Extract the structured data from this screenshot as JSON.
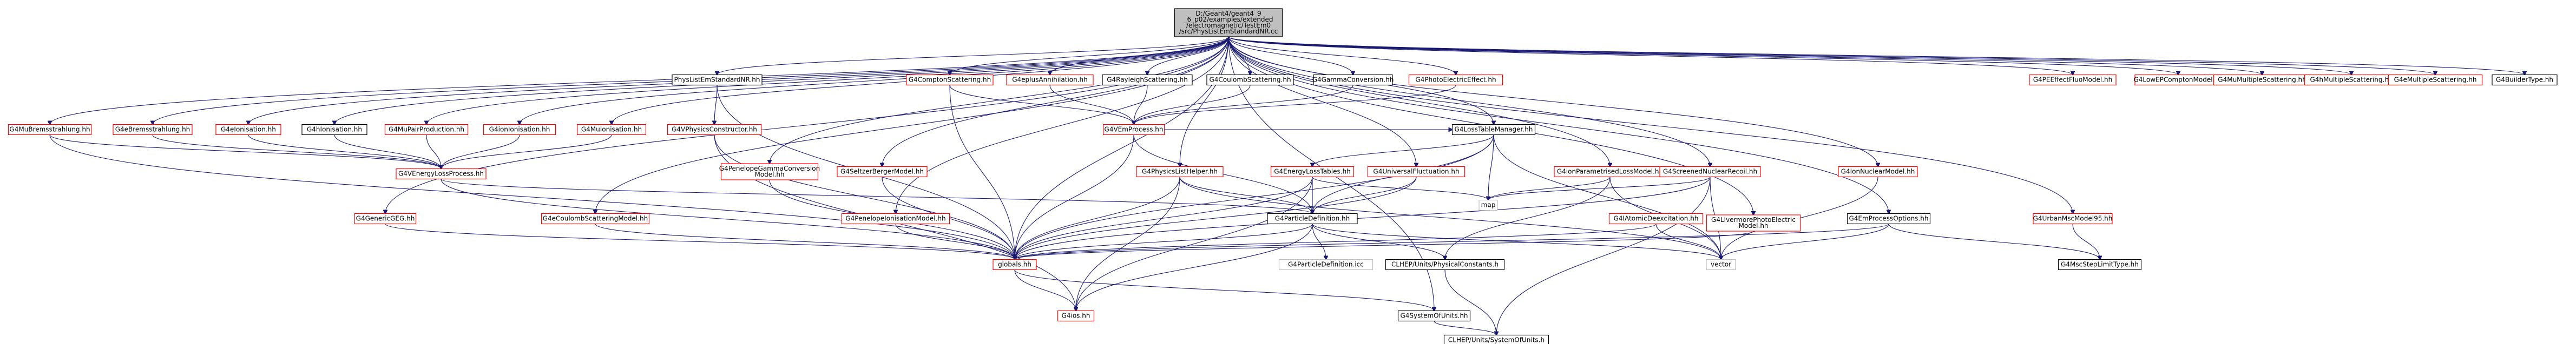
{
  "diagram": {
    "colors": {
      "edge": "#191970",
      "root_fill": "#bfbfbf",
      "normal_border": "#000000",
      "unlinked_border": "#ff0000",
      "external_border": "#bfbfbf",
      "text": "#000000"
    },
    "nodes": [
      {
        "id": "root",
        "lines": [
          "D:/Geant4/geant4_9",
          "_6_p02/examples/extended",
          "/electromagnetic/TestEm0",
          "/src/PhysListEmStandardNR.cc"
        ],
        "style": "root"
      },
      {
        "id": "PhysListEmStandardNR",
        "lines": [
          "PhysListEmStandardNR.hh"
        ],
        "style": "normal"
      },
      {
        "id": "G4ComptonScattering",
        "lines": [
          "G4ComptonScattering.hh"
        ],
        "style": "unlinked"
      },
      {
        "id": "G4eplusAnnihilation",
        "lines": [
          "G4eplusAnnihilation.hh"
        ],
        "style": "unlinked"
      },
      {
        "id": "G4RayleighScattering",
        "lines": [
          "G4RayleighScattering.hh"
        ],
        "style": "normal"
      },
      {
        "id": "G4CoulombScattering",
        "lines": [
          "G4CoulombScattering.hh"
        ],
        "style": "normal"
      },
      {
        "id": "G4GammaConversion",
        "lines": [
          "G4GammaConversion.hh"
        ],
        "style": "normal"
      },
      {
        "id": "G4PhotoElectricEffect",
        "lines": [
          "G4PhotoElectricEffect.hh"
        ],
        "style": "unlinked"
      },
      {
        "id": "G4PEEffectFluoModel",
        "lines": [
          "G4PEEffectFluoModel.hh"
        ],
        "style": "unlinked"
      },
      {
        "id": "G4LowEPComptonModel",
        "lines": [
          "G4LowEPComptonModel.hh"
        ],
        "style": "unlinked"
      },
      {
        "id": "G4MuMultipleScattering",
        "lines": [
          "G4MuMultipleScattering.hh"
        ],
        "style": "unlinked"
      },
      {
        "id": "G4hMultipleScattering",
        "lines": [
          "G4hMultipleScattering.hh"
        ],
        "style": "unlinked"
      },
      {
        "id": "G4eMultipleScattering",
        "lines": [
          "G4eMultipleScattering.hh"
        ],
        "style": "unlinked"
      },
      {
        "id": "G4BuilderType",
        "lines": [
          "G4BuilderType.hh"
        ],
        "style": "normal"
      },
      {
        "id": "G4MuBremsstrahlung",
        "lines": [
          "G4MuBremsstrahlung.hh"
        ],
        "style": "unlinked"
      },
      {
        "id": "G4eBremsstrahlung",
        "lines": [
          "G4eBremsstrahlung.hh"
        ],
        "style": "unlinked"
      },
      {
        "id": "G4eIonisation",
        "lines": [
          "G4eIonisation.hh"
        ],
        "style": "unlinked"
      },
      {
        "id": "G4hIonisation",
        "lines": [
          "G4hIonisation.hh"
        ],
        "style": "normal"
      },
      {
        "id": "G4MuPairProduction",
        "lines": [
          "G4MuPairProduction.hh"
        ],
        "style": "unlinked"
      },
      {
        "id": "G4ionIonisation",
        "lines": [
          "G4ionIonisation.hh"
        ],
        "style": "unlinked"
      },
      {
        "id": "G4VPhysicsConstructor",
        "lines": [
          "G4VPhysicsConstructor.hh"
        ],
        "style": "unlinked"
      },
      {
        "id": "G4MuIonisation",
        "lines": [
          "G4MuIonisation.hh"
        ],
        "style": "unlinked"
      },
      {
        "id": "G4VEmProcess",
        "lines": [
          "G4VEmProcess.hh"
        ],
        "style": "unlinked"
      },
      {
        "id": "G4LossTableManager",
        "lines": [
          "G4LossTableManager.hh"
        ],
        "style": "normal"
      },
      {
        "id": "G4VEnergyLossProcess",
        "lines": [
          "G4VEnergyLossProcess.hh"
        ],
        "style": "unlinked"
      },
      {
        "id": "G4PenelopeGammaConversionModel",
        "lines": [
          "G4PenelopeGammaConversion",
          "Model.hh"
        ],
        "style": "unlinked"
      },
      {
        "id": "G4SeltzerBergerModel",
        "lines": [
          "G4SeltzerBergerModel.hh"
        ],
        "style": "unlinked"
      },
      {
        "id": "G4PhysicsListHelper",
        "lines": [
          "G4PhysicsListHelper.hh"
        ],
        "style": "unlinked"
      },
      {
        "id": "G4EnergyLossTables",
        "lines": [
          "G4EnergyLossTables.hh"
        ],
        "style": "unlinked"
      },
      {
        "id": "G4UniversalFluctuation",
        "lines": [
          "G4UniversalFluctuation.hh"
        ],
        "style": "unlinked"
      },
      {
        "id": "G4ionParametrisedLossModel",
        "lines": [
          "G4ionParametrisedLossModel.hh"
        ],
        "style": "unlinked"
      },
      {
        "id": "G4ScreenedNuclearRecoil",
        "lines": [
          "G4ScreenedNuclearRecoil.hh"
        ],
        "style": "unlinked"
      },
      {
        "id": "G4IonNuclearModel",
        "lines": [
          "G4IonNuclearModel.hh"
        ],
        "style": "unlinked"
      },
      {
        "id": "G4GenericGEG",
        "lines": [
          "G4GenericGEG.hh"
        ],
        "style": "unlinked"
      },
      {
        "id": "G4eCoulombScatteringModel",
        "lines": [
          "G4eCoulombScatteringModel.hh"
        ],
        "style": "unlinked"
      },
      {
        "id": "G4PenelopeIonisationModel",
        "lines": [
          "G4PenelopeIonisationModel.hh"
        ],
        "style": "unlinked"
      },
      {
        "id": "G4ParticleDefinition",
        "lines": [
          "G4ParticleDefinition.hh"
        ],
        "style": "normal"
      },
      {
        "id": "G4ParticleDefinitionIcc",
        "lines": [
          "G4ParticleDefinition.icc"
        ],
        "style": "external"
      },
      {
        "id": "map",
        "lines": [
          "map"
        ],
        "style": "external"
      },
      {
        "id": "G4IAtomicDeexcitation",
        "lines": [
          "G4IAtomicDeexcitation.hh"
        ],
        "style": "unlinked"
      },
      {
        "id": "G4LivermorePhotoElectricModel",
        "lines": [
          "G4LivermorePhotoElectric",
          "Model.hh"
        ],
        "style": "unlinked"
      },
      {
        "id": "G4EmProcessOptions",
        "lines": [
          "G4EmProcessOptions.hh"
        ],
        "style": "normal"
      },
      {
        "id": "G4UrbanMscModel95",
        "lines": [
          "G4UrbanMscModel95.hh"
        ],
        "style": "unlinked"
      },
      {
        "id": "G4MscStepLimitType",
        "lines": [
          "G4MscStepLimitType.hh"
        ],
        "style": "normal"
      },
      {
        "id": "globals",
        "lines": [
          "globals.hh"
        ],
        "style": "unlinked"
      },
      {
        "id": "CLHEPPhysicalConstants",
        "lines": [
          "CLHEP/Units/PhysicalConstants.h"
        ],
        "style": "normal"
      },
      {
        "id": "vector",
        "lines": [
          "vector"
        ],
        "style": "external"
      },
      {
        "id": "G4ios",
        "lines": [
          "G4ios.hh"
        ],
        "style": "unlinked"
      },
      {
        "id": "G4SystemOfUnits",
        "lines": [
          "G4SystemOfUnits.hh"
        ],
        "style": "normal"
      },
      {
        "id": "CLHEPSystemOfUnits",
        "lines": [
          "CLHEP/Units/SystemOfUnits.h"
        ],
        "style": "normal"
      }
    ],
    "edges": [
      [
        "root",
        "PhysListEmStandardNR"
      ],
      [
        "root",
        "G4ComptonScattering"
      ],
      [
        "root",
        "G4eplusAnnihilation"
      ],
      [
        "root",
        "G4RayleighScattering"
      ],
      [
        "root",
        "G4CoulombScattering"
      ],
      [
        "root",
        "G4GammaConversion"
      ],
      [
        "root",
        "G4PhotoElectricEffect"
      ],
      [
        "root",
        "G4PEEffectFluoModel"
      ],
      [
        "root",
        "G4LowEPComptonModel"
      ],
      [
        "root",
        "G4MuMultipleScattering"
      ],
      [
        "root",
        "G4hMultipleScattering"
      ],
      [
        "root",
        "G4eMultipleScattering"
      ],
      [
        "root",
        "G4BuilderType"
      ],
      [
        "root",
        "G4MuBremsstrahlung"
      ],
      [
        "root",
        "G4eBremsstrahlung"
      ],
      [
        "root",
        "G4eIonisation"
      ],
      [
        "root",
        "G4hIonisation"
      ],
      [
        "root",
        "G4MuPairProduction"
      ],
      [
        "root",
        "G4ionIonisation"
      ],
      [
        "root",
        "G4MuIonisation"
      ],
      [
        "root",
        "G4LossTableManager"
      ],
      [
        "root",
        "G4PenelopeGammaConversionModel"
      ],
      [
        "root",
        "G4SeltzerBergerModel"
      ],
      [
        "root",
        "G4PhysicsListHelper"
      ],
      [
        "root",
        "G4UniversalFluctuation"
      ],
      [
        "root",
        "G4ionParametrisedLossModel"
      ],
      [
        "root",
        "G4ScreenedNuclearRecoil"
      ],
      [
        "root",
        "G4IonNuclearModel"
      ],
      [
        "root",
        "G4GenericGEG"
      ],
      [
        "root",
        "G4eCoulombScatteringModel"
      ],
      [
        "root",
        "G4PenelopeIonisationModel"
      ],
      [
        "root",
        "G4LivermorePhotoElectricModel"
      ],
      [
        "root",
        "G4EmProcessOptions"
      ],
      [
        "root",
        "G4UrbanMscModel95"
      ],
      [
        "root",
        "globals"
      ],
      [
        "root",
        "G4SystemOfUnits"
      ],
      [
        "PhysListEmStandardNR",
        "G4VPhysicsConstructor"
      ],
      [
        "PhysListEmStandardNR",
        "globals"
      ],
      [
        "G4VPhysicsConstructor",
        "globals"
      ],
      [
        "G4VPhysicsConstructor",
        "G4ios"
      ],
      [
        "G4ComptonScattering",
        "G4VEmProcess"
      ],
      [
        "G4ComptonScattering",
        "globals"
      ],
      [
        "G4eplusAnnihilation",
        "G4VEmProcess"
      ],
      [
        "G4RayleighScattering",
        "G4VEmProcess"
      ],
      [
        "G4CoulombScattering",
        "G4VEmProcess"
      ],
      [
        "G4GammaConversion",
        "G4VEmProcess"
      ],
      [
        "G4PhotoElectricEffect",
        "G4VEmProcess"
      ],
      [
        "G4VEmProcess",
        "globals"
      ],
      [
        "G4VEmProcess",
        "G4ParticleDefinition"
      ],
      [
        "G4VEmProcess",
        "G4LossTableManager"
      ],
      [
        "G4MuBremsstrahlung",
        "G4VEnergyLossProcess"
      ],
      [
        "G4eBremsstrahlung",
        "G4VEnergyLossProcess"
      ],
      [
        "G4eIonisation",
        "G4VEnergyLossProcess"
      ],
      [
        "G4hIonisation",
        "G4VEnergyLossProcess"
      ],
      [
        "G4MuPairProduction",
        "G4VEnergyLossProcess"
      ],
      [
        "G4ionIonisation",
        "G4VEnergyLossProcess"
      ],
      [
        "G4MuIonisation",
        "G4VEnergyLossProcess"
      ],
      [
        "G4MuBremsstrahlung",
        "globals"
      ],
      [
        "G4VEnergyLossProcess",
        "globals"
      ],
      [
        "G4VEnergyLossProcess",
        "G4ParticleDefinition"
      ],
      [
        "G4LossTableManager",
        "G4EnergyLossTables"
      ],
      [
        "G4LossTableManager",
        "G4ParticleDefinition"
      ],
      [
        "G4LossTableManager",
        "globals"
      ],
      [
        "G4LossTableManager",
        "map"
      ],
      [
        "G4LossTableManager",
        "vector"
      ],
      [
        "G4PenelopeGammaConversionModel",
        "globals"
      ],
      [
        "G4SeltzerBergerModel",
        "globals"
      ],
      [
        "G4PhysicsListHelper",
        "globals"
      ],
      [
        "G4PhysicsListHelper",
        "G4ParticleDefinition"
      ],
      [
        "G4PhysicsListHelper",
        "G4ios"
      ],
      [
        "G4PhysicsListHelper",
        "vector"
      ],
      [
        "G4EnergyLossTables",
        "globals"
      ],
      [
        "G4EnergyLossTables",
        "G4ParticleDefinition"
      ],
      [
        "G4EnergyLossTables",
        "G4ios"
      ],
      [
        "G4EnergyLossTables",
        "map"
      ],
      [
        "G4UniversalFluctuation",
        "G4ParticleDefinition"
      ],
      [
        "G4UniversalFluctuation",
        "globals"
      ],
      [
        "G4ionParametrisedLossModel",
        "map"
      ],
      [
        "G4ionParametrisedLossModel",
        "CLHEPPhysicalConstants"
      ],
      [
        "G4ionParametrisedLossModel",
        "vector"
      ],
      [
        "G4ScreenedNuclearRecoil",
        "globals"
      ],
      [
        "G4ScreenedNuclearRecoil",
        "map"
      ],
      [
        "G4ScreenedNuclearRecoil",
        "vector"
      ],
      [
        "G4ScreenedNuclearRecoil",
        "CLHEPSystemOfUnits"
      ],
      [
        "G4IonNuclearModel",
        "vector"
      ],
      [
        "G4GenericGEG",
        "globals"
      ],
      [
        "G4eCoulombScatteringModel",
        "globals"
      ],
      [
        "G4PenelopeIonisationModel",
        "globals"
      ],
      [
        "G4ParticleDefinition",
        "globals"
      ],
      [
        "G4ParticleDefinition",
        "G4ParticleDefinitionIcc"
      ],
      [
        "G4ParticleDefinition",
        "G4ios"
      ],
      [
        "G4ParticleDefinition",
        "vector"
      ],
      [
        "G4ParticleDefinition",
        "CLHEPPhysicalConstants"
      ],
      [
        "G4IAtomicDeexcitation",
        "globals"
      ],
      [
        "G4IAtomicDeexcitation",
        "vector"
      ],
      [
        "G4LivermorePhotoElectricModel",
        "globals"
      ],
      [
        "G4EmProcessOptions",
        "globals"
      ],
      [
        "G4EmProcessOptions",
        "vector"
      ],
      [
        "G4EmProcessOptions",
        "G4MscStepLimitType"
      ],
      [
        "G4UrbanMscModel95",
        "G4MscStepLimitType"
      ],
      [
        "globals",
        "G4ios"
      ],
      [
        "globals",
        "G4SystemOfUnits"
      ],
      [
        "G4SystemOfUnits",
        "CLHEPSystemOfUnits"
      ],
      [
        "CLHEPPhysicalConstants",
        "CLHEPSystemOfUnits"
      ]
    ]
  }
}
